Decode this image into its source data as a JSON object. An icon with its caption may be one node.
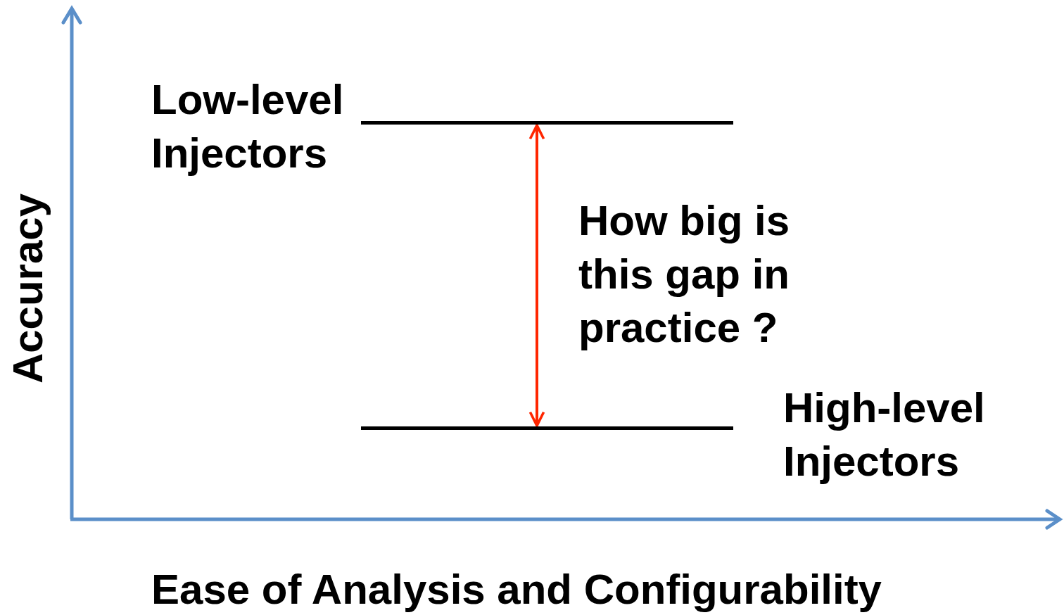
{
  "diagram": {
    "nodes": [
      {
        "text": [],
        "shape": "bar",
        "beside": [
          "Low-level Injectors"
        ]
      },
      {
        "text": [],
        "shape": "bar",
        "beside": [
          "High-level Injectors"
        ]
      }
    ],
    "edges": [
      {
        "from": 0,
        "to": 1,
        "arrow": "both",
        "label": "How big is this gap in practice ?",
        "color": "#ff2600"
      }
    ],
    "labels": [
      "Accuracy",
      "Ease of Analysis and Configurability"
    ]
  }
}
